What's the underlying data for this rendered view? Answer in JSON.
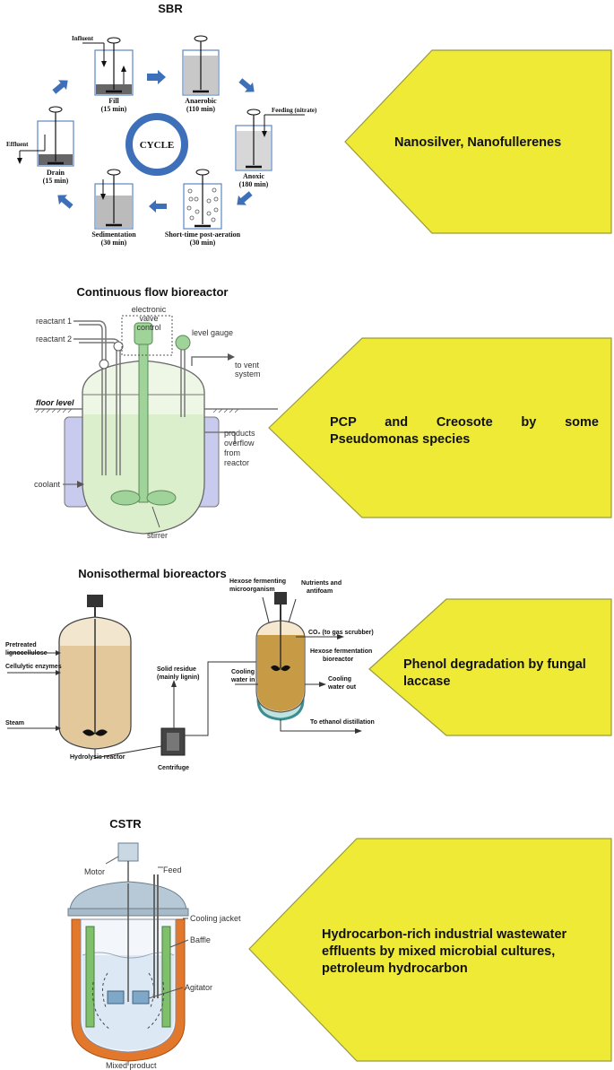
{
  "sbr": {
    "title": "SBR",
    "center": "CYCLE",
    "labels": {
      "influent": "Influent",
      "effluent": "Effluent",
      "feeding": "Feeding (nitrate)"
    },
    "stages": [
      {
        "name": "Fill",
        "time": "(15 min)"
      },
      {
        "name": "Anaerobic",
        "time": "(110 min)"
      },
      {
        "name": "Anoxic",
        "time": "(180 min)"
      },
      {
        "name": "Short-time post-aeration",
        "time": "(30 min)"
      },
      {
        "name": "Sedimentation",
        "time": "(30 min)"
      },
      {
        "name": "Drain",
        "time": "(15 min)"
      }
    ],
    "callout": "Nanosilver, Nanofullerenes"
  },
  "cfb": {
    "title": "Continuous flow bioreactor",
    "labels": {
      "reactant1": "reactant 1",
      "reactant2": "reactant 2",
      "valve1": "electronic",
      "valve2": "valve",
      "valve3": "control",
      "level_gauge": "level gauge",
      "vent1": "to vent",
      "vent2": "system",
      "floor": "floor level",
      "products1": "products",
      "products2": "overflow",
      "products3": "from",
      "products4": "reactor",
      "coolant": "coolant",
      "stirrer": "stirrer"
    },
    "callout_line1": "PCP and Creosote by some",
    "callout_line2": "Pseudomonas species"
  },
  "nib": {
    "title": "Nonisothermal bioreactors",
    "labels": {
      "pretreated1": "Pretreated",
      "pretreated2": "lignocellulose",
      "enzymes": "Cellulytic enzymes",
      "steam": "Steam",
      "hydrolysis": "Hydrolysis reactor",
      "solid1": "Solid residue",
      "solid2": "(mainly lignin)",
      "centrifuge": "Centrifuge",
      "hexose_micro1": "Hexose fermenting",
      "hexose_micro2": "microorganism",
      "nutrients1": "Nutrients and",
      "nutrients2": "antifoam",
      "co2": "CO₂ (to gas scrubber)",
      "hexose_bio1": "Hexose fermentation",
      "hexose_bio2": "bioreactor",
      "cooling_in1": "Cooling",
      "cooling_in2": "water in",
      "cooling_out1": "Cooling",
      "cooling_out2": "water out",
      "ethanol": "To ethanol distillation"
    },
    "callout_line1": "Phenol degradation by fungal",
    "callout_line2": "laccase"
  },
  "cstr": {
    "title": "CSTR",
    "labels": {
      "motor": "Motor",
      "feed": "Feed",
      "cooling_jacket": "Cooling jacket",
      "baffle": "Baffle",
      "agitator": "Agitator",
      "mixed": "Mixed product"
    },
    "callout_line1": "Hydrocarbon-rich industrial wastewater",
    "callout_line2": "effluents by mixed microbial cultures,",
    "callout_line3": "petroleum hydrocarbon"
  },
  "colors": {
    "callout_fill": "#eeea35",
    "callout_stroke": "#9a9a40",
    "arrow_blue": "#3d70b8",
    "cstr_jacket": "#e2782c"
  }
}
